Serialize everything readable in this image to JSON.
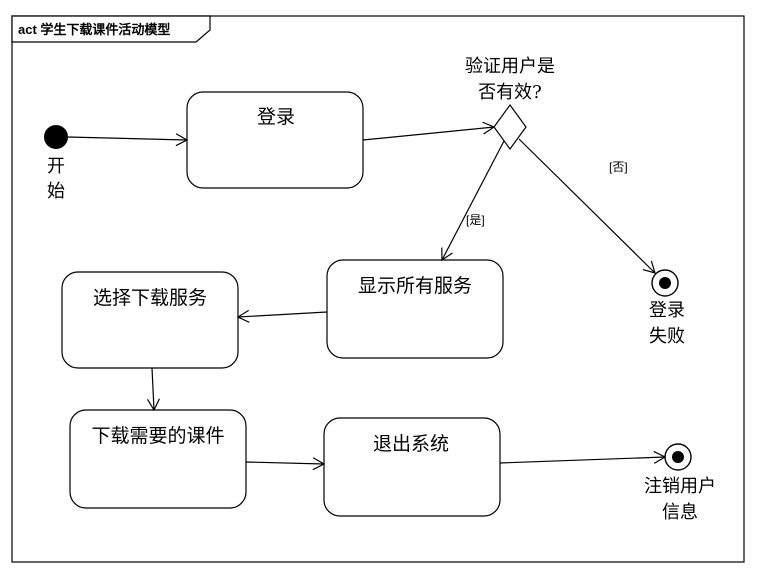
{
  "frame": {
    "title": "act 学生下载课件活动模型"
  },
  "start": {
    "label_line1": "开",
    "label_line2": "始"
  },
  "activities": {
    "login": "登录",
    "show_services": "显示所有服务",
    "choose_service": "选择下载服务",
    "download": "下载需要的课件",
    "exit_system": "退出系统"
  },
  "decision": {
    "question_line1": "验证用户是",
    "question_line2": "否有效?",
    "guard_yes": "[是]",
    "guard_no": "[否]"
  },
  "end_fail": {
    "label_line1": "登录",
    "label_line2": "失败"
  },
  "end_logout": {
    "label_line1": "注销用户",
    "label_line2": "信息"
  }
}
